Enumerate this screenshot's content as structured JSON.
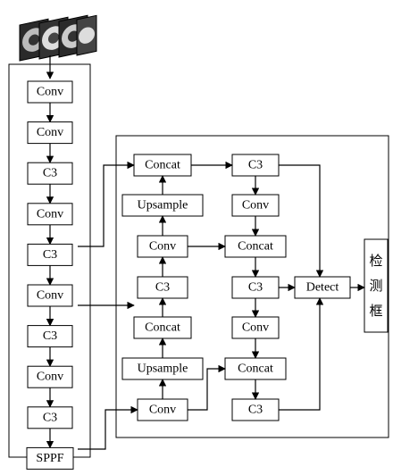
{
  "backbone": [
    "Conv",
    "Conv",
    "C3",
    "Conv",
    "C3",
    "Conv",
    "C3",
    "Conv",
    "C3",
    "SPPF"
  ],
  "neck": {
    "concat_1": "Concat",
    "upsample_1": "Upsample",
    "conv_1": "Conv",
    "c3_1": "C3",
    "concat_2": "Concat",
    "upsample_2": "Upsample",
    "conv_2": "Conv"
  },
  "head_column": {
    "c3_top": "C3",
    "conv_top": "Conv",
    "concat_mid": "Concat",
    "c3_mid": "C3",
    "conv_mid": "Conv",
    "concat_low": "Concat",
    "c3_low": "C3"
  },
  "detect": "Detect",
  "output": [
    "检",
    "测",
    "框"
  ],
  "input_icon": "tire-image-stack-icon"
}
